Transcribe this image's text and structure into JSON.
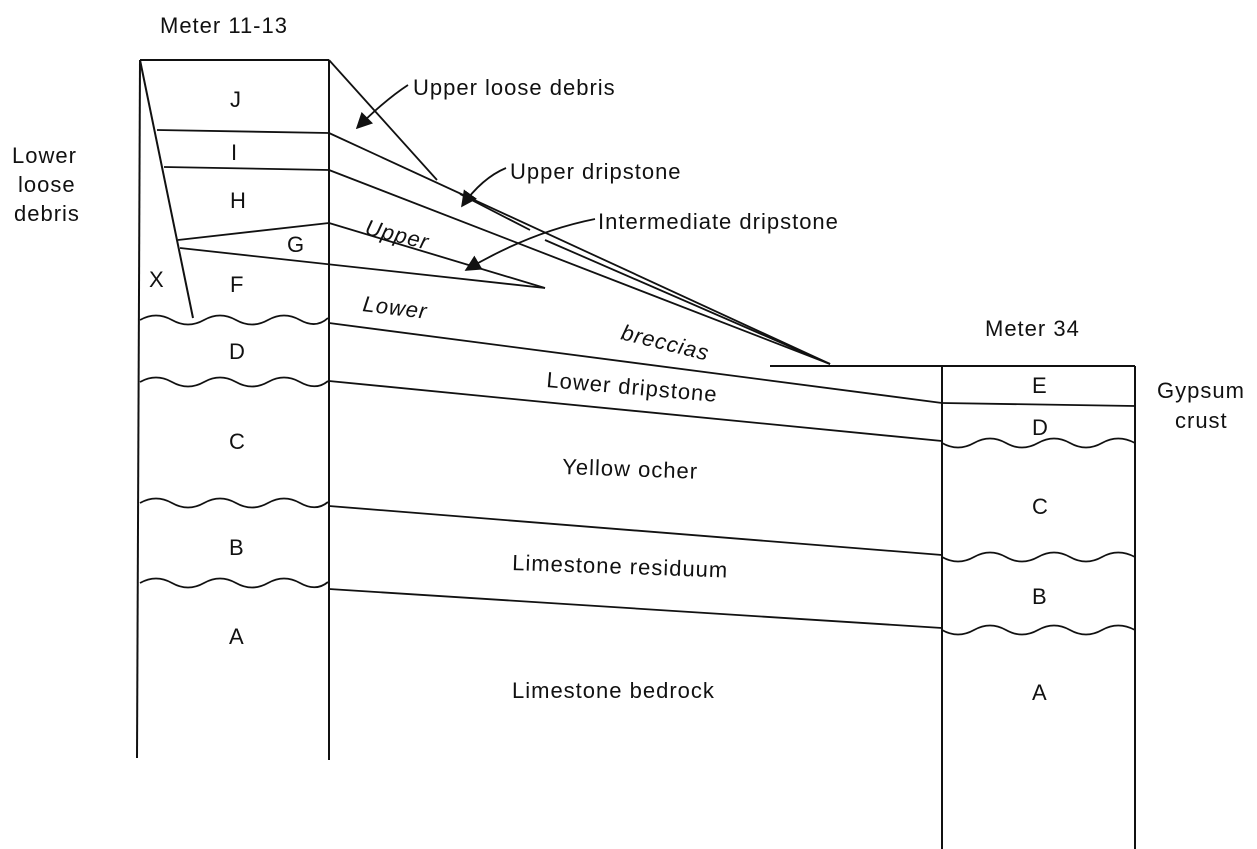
{
  "columns": {
    "left_title": "Meter 11-13",
    "right_title": "Meter 34"
  },
  "left_units": [
    "J",
    "I",
    "H",
    "G",
    "X",
    "F",
    "D",
    "C",
    "B",
    "A"
  ],
  "right_units": [
    "E",
    "D",
    "C",
    "B",
    "A"
  ],
  "side_labels": {
    "lower_loose_debris": [
      "Lower",
      "loose",
      "debris"
    ],
    "gypsum_crust": [
      "Gypsum",
      "crust"
    ]
  },
  "callouts": {
    "upper_loose_debris": "Upper loose debris",
    "upper_dripstone": "Upper dripstone",
    "intermediate_dripstone": "Intermediate dripstone"
  },
  "breccia_labels": {
    "upper": "Upper",
    "lower": "Lower",
    "breccias": "breccias"
  },
  "layer_labels": {
    "lower_dripstone": "Lower dripstone",
    "yellow_ocher": "Yellow ocher",
    "limestone_residuum": "Limestone residuum",
    "limestone_bedrock": "Limestone bedrock"
  }
}
